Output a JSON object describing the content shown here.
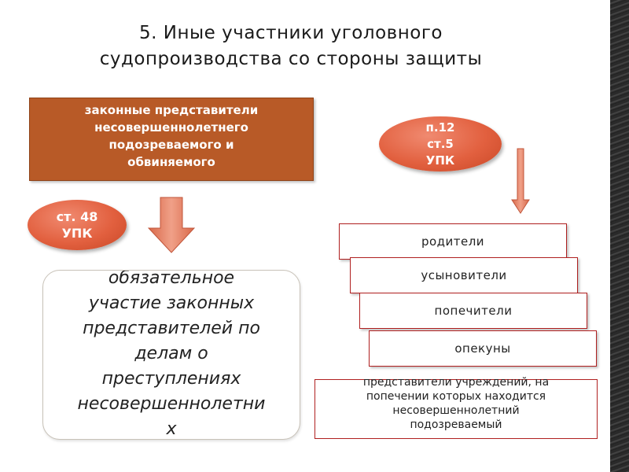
{
  "title": {
    "line1": "5. Иные участники уголовного",
    "line2": "судопроизводства со стороны защиты"
  },
  "left_branch": {
    "top_box_lines": [
      "законные представители",
      "несовершеннолетнего",
      "подозреваемого и",
      "обвиняемого"
    ],
    "ellipse_lines": [
      "ст. 48",
      "УПК"
    ],
    "rounded_box_lines": [
      "обязательное",
      "участие законных",
      "представителей по",
      "делам о",
      "преступлениях",
      "несовершеннолетни",
      "х"
    ]
  },
  "right_branch": {
    "ellipse_lines": [
      "п.12",
      "ст.5",
      "УПК"
    ],
    "stack_items": [
      "родители",
      "усыновители",
      "попечители",
      "опекуны"
    ],
    "institution_lines": [
      "представители учреждений, на",
      "попечении которых находится",
      "несовершеннолетний",
      "подозреваемый"
    ]
  },
  "colors": {
    "top_box_fill": "#b85a27",
    "ellipse_fill": "#e2603f",
    "arrow_fill": "#e8836a",
    "stack_border": "#b02020"
  },
  "icons": {
    "big_arrow": "arrow-down-icon",
    "thin_arrow": "arrow-down-icon"
  }
}
